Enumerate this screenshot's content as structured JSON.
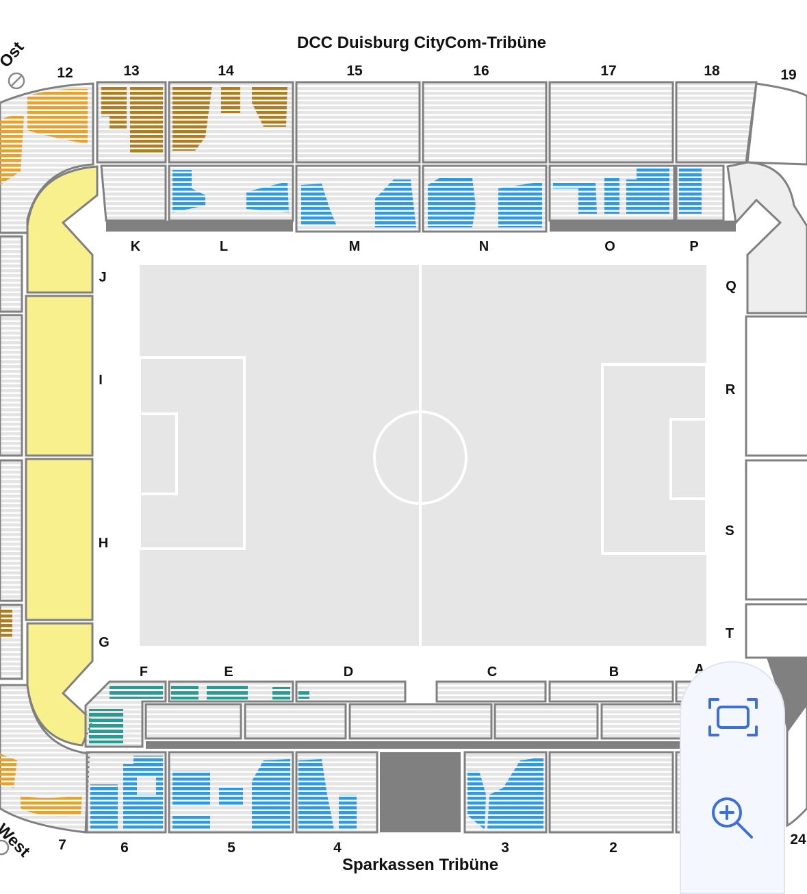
{
  "map": {
    "north_stand": "DCC Duisburg CityCom-Tribüne",
    "south_stand": "Sparkassen Tribüne",
    "east_label": "Ost",
    "west_label": "West",
    "top_blocks": [
      "12",
      "13",
      "14",
      "15",
      "16",
      "17",
      "18",
      "19"
    ],
    "bottom_blocks": [
      "7",
      "6",
      "5",
      "4",
      "3",
      "2",
      "24"
    ],
    "north_sections": [
      "K",
      "L",
      "M",
      "N",
      "O",
      "P"
    ],
    "south_sections": [
      "F",
      "E",
      "D",
      "C",
      "B",
      "A"
    ],
    "west_sections": [
      "J",
      "I",
      "H",
      "G"
    ],
    "east_sections": [
      "Q",
      "R",
      "S",
      "T"
    ]
  },
  "colors": {
    "gold": "#b07d1e",
    "orange": "#e5a22c",
    "blue": "#2e9ae2",
    "teal": "#17a497",
    "yellow": "#f8f08c",
    "seat_gray": "#e4e4e4",
    "border": "#808080",
    "pitch": "#e6e6e6",
    "control_blue": "#3d6fd9"
  },
  "controls": {
    "fit_icon": "fit-screen-icon",
    "zoom_icon": "zoom-in-icon"
  }
}
